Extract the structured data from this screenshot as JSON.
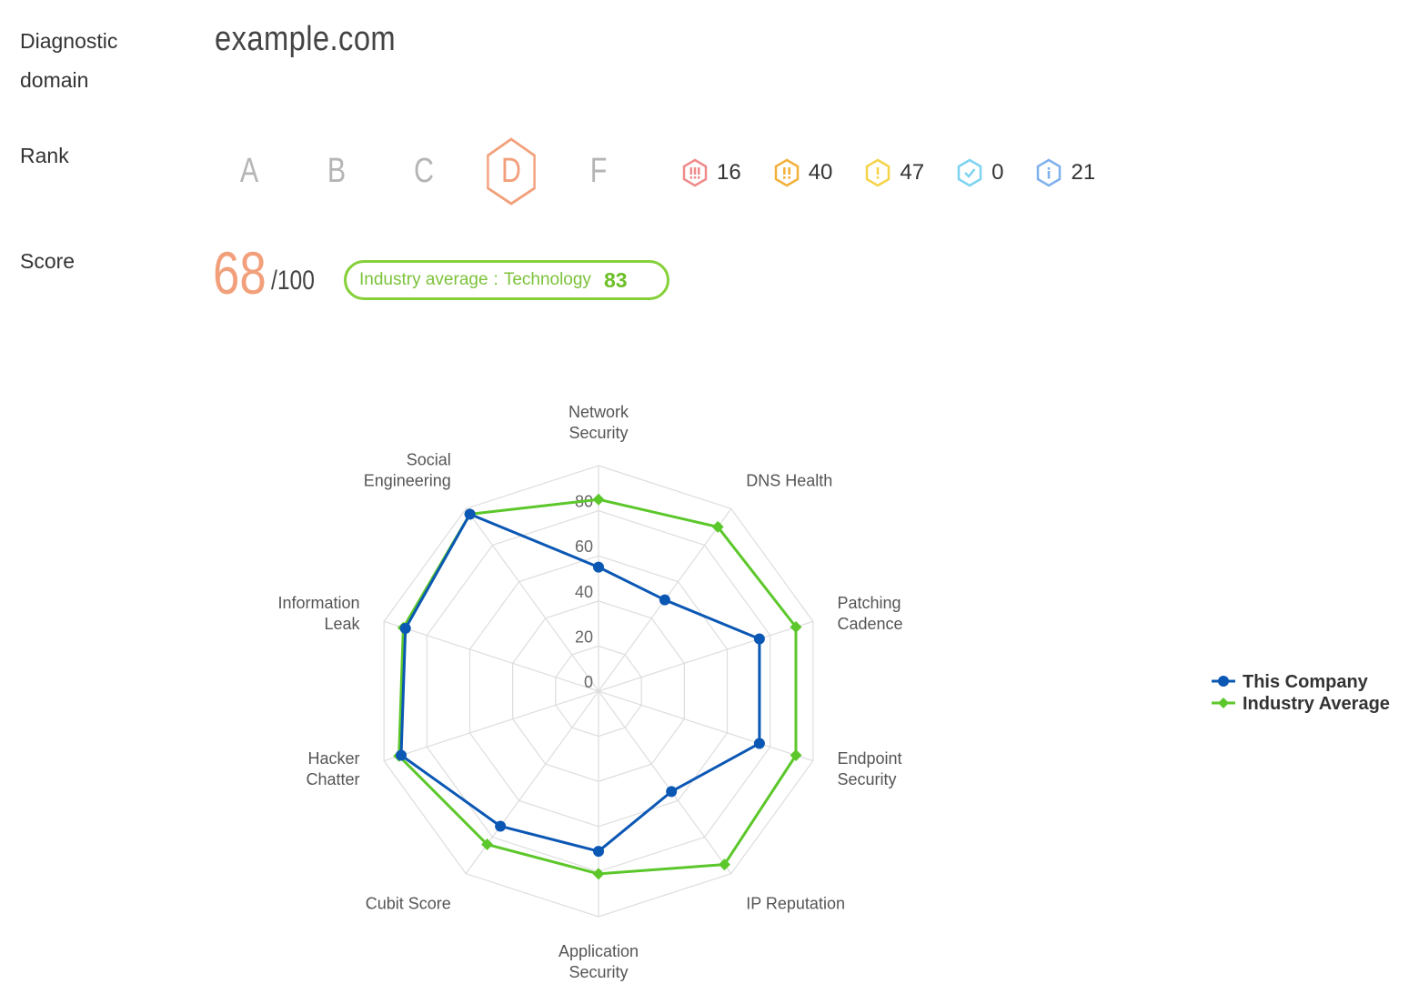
{
  "labels": {
    "diagnostic_domain_line1": "Diagnostic",
    "diagnostic_domain_line2": "domain",
    "rank": "Rank",
    "score": "Score"
  },
  "domain": "example.com",
  "rank": {
    "grades": [
      "A",
      "B",
      "C",
      "D",
      "F"
    ],
    "active": "D"
  },
  "issues": [
    {
      "icon": "critical-issue-icon",
      "count": "16",
      "color": "#ef8b8b"
    },
    {
      "icon": "high-issue-icon",
      "count": "40",
      "color": "#f2b03c"
    },
    {
      "icon": "medium-issue-icon",
      "count": "47",
      "color": "#f5d44a"
    },
    {
      "icon": "passed-check-icon",
      "count": "0",
      "color": "#7dd3f0"
    },
    {
      "icon": "info-issue-icon",
      "count": "21",
      "color": "#7fb1ec"
    }
  ],
  "score": {
    "value": "68",
    "max": "/100",
    "industry_label": "Industry average",
    "industry_sep": ":",
    "industry_name": "Technology",
    "industry_value": "83"
  },
  "colors": {
    "accent": "#f2a07b",
    "company": "#0b57b4",
    "industry": "#5cc72a",
    "grid": "#dddddd"
  },
  "chart_data": {
    "type": "radar",
    "categories": [
      [
        "Network",
        "Security"
      ],
      [
        "DNS Health"
      ],
      [
        "Patching",
        "Cadence"
      ],
      [
        "Endpoint",
        "Security"
      ],
      [
        "IP Reputation"
      ],
      [
        "Application",
        "Security"
      ],
      [
        "Cubit Score"
      ],
      [
        "Hacker",
        "Chatter"
      ],
      [
        "Information",
        "Leak"
      ],
      [
        "Social",
        "Engineering"
      ]
    ],
    "ticks": [
      "0",
      "20",
      "40",
      "60",
      "80"
    ],
    "rmax": 100,
    "series": [
      {
        "name": "This Company",
        "values": [
          55,
          50,
          75,
          75,
          55,
          71,
          74,
          92,
          90,
          97
        ],
        "marker": "circle"
      },
      {
        "name": "Industry Average",
        "values": [
          85,
          90,
          92,
          92,
          95,
          81,
          84,
          93,
          91,
          97
        ],
        "marker": "diamond"
      }
    ],
    "legend": "right"
  }
}
